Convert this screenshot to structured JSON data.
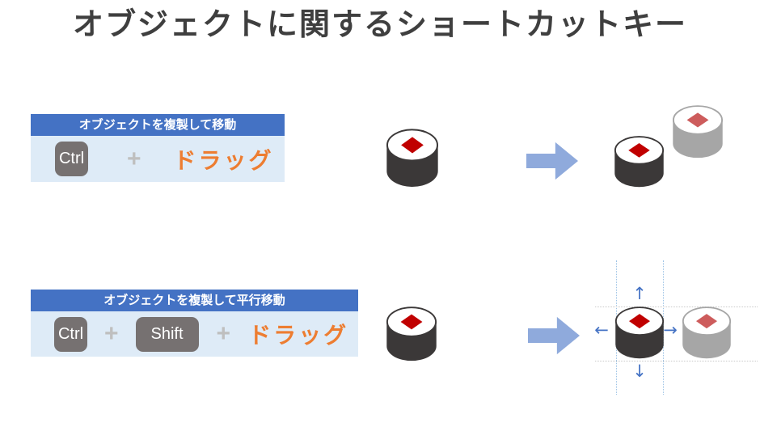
{
  "title": "オブジェクトに関するショートカットキー",
  "plus_sign": "+",
  "sections": [
    {
      "header": "オブジェクトを複製して移動",
      "keys": [
        "Ctrl"
      ],
      "action": "ドラッグ"
    },
    {
      "header": "オブジェクトを複製して平行移動",
      "keys": [
        "Ctrl",
        "Shift"
      ],
      "action": "ドラッグ"
    }
  ],
  "icons": {
    "up_arrow": "↑",
    "down_arrow": "↓",
    "left_arrow": "←",
    "right_arrow": "→"
  },
  "colors": {
    "title_text": "#3F3F3F",
    "header_blue": "#4472C4",
    "panel_bg": "#DEEBF7",
    "key_bg": "#767171",
    "key_text": "#FFFFFF",
    "plus_gray": "#BFBFBF",
    "action_orange": "#ED7D31",
    "block_arrow": "#8FAADC",
    "guide_arrow_blue": "#4472C4",
    "guide_line_blue": "#9DC3E6",
    "guide_line_gray": "#C9C9C9",
    "cylinder_dark": "#3B3838",
    "cylinder_gray": "#A6A6A6",
    "ellipse_top": "#FFFFFF",
    "diamond_red": "#C00000",
    "diamond_red_faded": "#CD5C5C"
  }
}
